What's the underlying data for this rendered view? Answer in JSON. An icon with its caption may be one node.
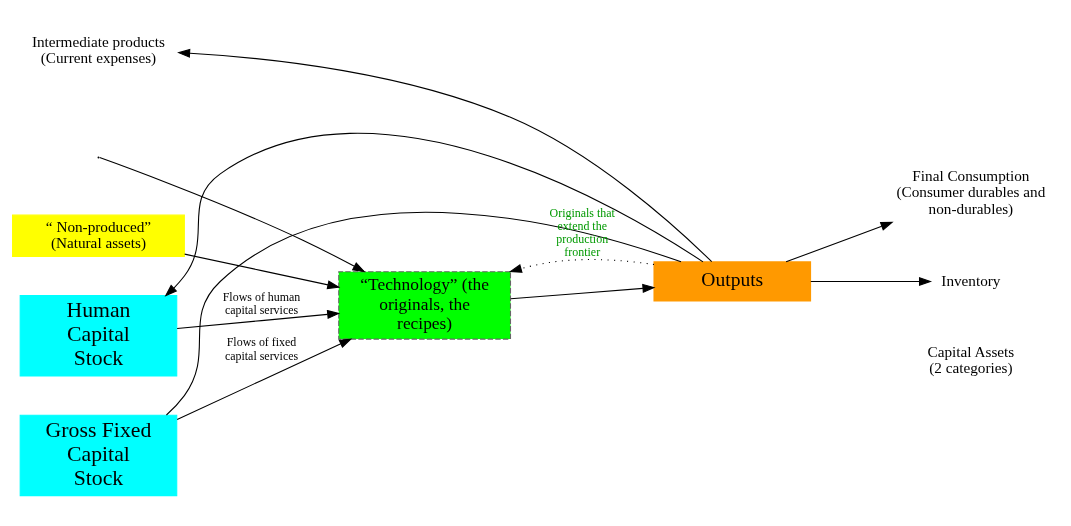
{
  "diagram": {
    "nodes": [
      {
        "text": [
          "Human Capital Stock"
        ]
      },
      {
        "text": [
          "Gross Fixed Capital Stock"
        ]
      },
      {
        "text": [
          "“ Non-produced” (Natural assets)"
        ]
      },
      {
        "text": [
          "“Technology” (the originals, the recipes)"
        ]
      },
      {
        "text": [
          "Outputs"
        ]
      },
      {
        "text": [
          "Intermediate products",
          "(Current expenses)"
        ]
      },
      {
        "text": [
          "Final Consumption (Consumer durables and non-durables)"
        ]
      },
      {
        "text": [
          "Inventory"
        ]
      }
    ],
    "edges": [
      {
        "from": 0,
        "to": 3,
        "arrow": "to",
        "label": "Flows of human capital services"
      },
      {
        "from": 1,
        "to": 3,
        "arrow": "to",
        "label": "Flows of fixed capital services"
      },
      {
        "from": 2,
        "to": 3,
        "arrow": "to"
      },
      {
        "from": null,
        "to": 3,
        "arrow": "to"
      },
      {
        "from": 3,
        "to": 4,
        "arrow": "to"
      },
      {
        "from": 4,
        "to": 3,
        "arrow": "to",
        "style": "dashed",
        "label": "Originals that extend the production frontier"
      },
      {
        "from": 4,
        "to": 6,
        "arrow": "to"
      },
      {
        "from": 4,
        "to": 7,
        "arrow": "to"
      },
      {
        "from": 4,
        "to": 0,
        "arrow": "to"
      },
      {
        "from": 4,
        "to": 1,
        "arrow": "none"
      },
      {
        "from": 4,
        "to": 5,
        "arrow": "to"
      }
    ],
    "labels": [
      "Capital Assets",
      "(2 categories)"
    ]
  }
}
